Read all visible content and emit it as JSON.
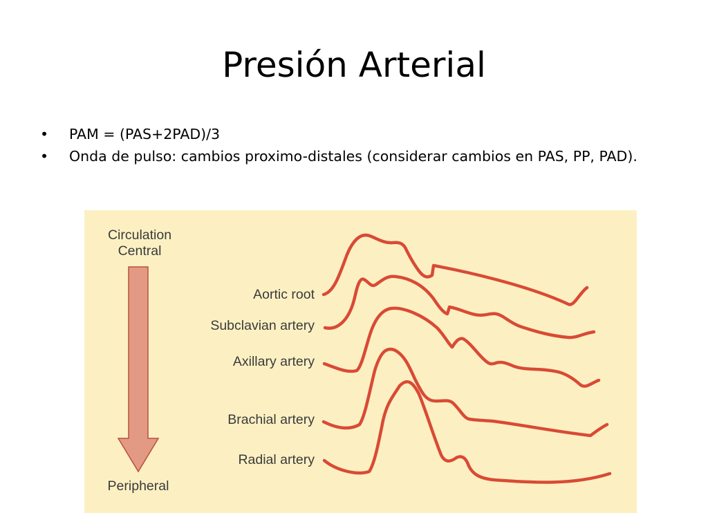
{
  "slide": {
    "title": "Presión Arterial",
    "bullets": [
      {
        "mark": "•",
        "text": "PAM = (PAS+2PAD)/3"
      },
      {
        "mark": "•",
        "text": "Onda de pulso: cambios proximo-distales (considerar cambios en PAS, PP, PAD)."
      }
    ]
  },
  "figure": {
    "top_label_line1": "Circulation",
    "top_label_line2": "Central",
    "bottom_label": "Peripheral",
    "waveforms": [
      {
        "label": "Aortic root"
      },
      {
        "label": "Subclavian artery"
      },
      {
        "label": "Axillary artery"
      },
      {
        "label": "Brachial artery"
      },
      {
        "label": "Radial artery"
      }
    ],
    "colors": {
      "background": "#fcf0c3",
      "wave": "#d94a35",
      "arrow_fill": "#e39a84",
      "arrow_stroke": "#b94f3c"
    }
  }
}
